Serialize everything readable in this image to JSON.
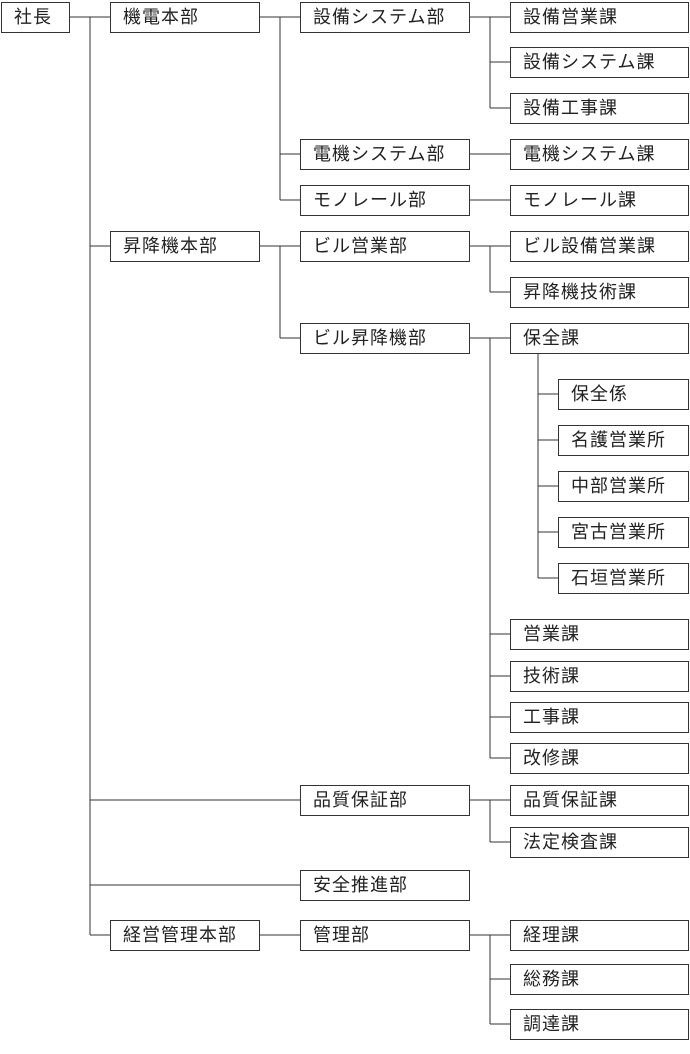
{
  "org": {
    "president": "社長",
    "hq_kiden": "機電本部",
    "dept_setsubi_system": "設備システム部",
    "sec_setsubi_eigyo": "設備営業課",
    "sec_setsubi_system": "設備システム課",
    "sec_setsubi_koji": "設備工事課",
    "dept_denki_system": "電機システム部",
    "sec_denki_system": "電機システム課",
    "dept_monorail": "モノレール部",
    "sec_monorail": "モノレール課",
    "hq_shokoki": "昇降機本部",
    "dept_biru_eigyo": "ビル営業部",
    "sec_biru_setsubi_eigyo": "ビル設備営業課",
    "sec_shokoki_gijutsu": "昇降機技術課",
    "dept_biru_shokoki": "ビル昇降機部",
    "sec_hozen": "保全課",
    "unit_hozen": "保全係",
    "unit_nago": "名護営業所",
    "unit_chubu": "中部営業所",
    "unit_miyako": "宮古営業所",
    "unit_ishigaki": "石垣営業所",
    "sec_eigyo": "営業課",
    "sec_gijutsu": "技術課",
    "sec_koji": "工事課",
    "sec_kaishu": "改修課",
    "dept_hinshitsu": "品質保証部",
    "sec_hinshitsu": "品質保証課",
    "sec_hotei": "法定検査課",
    "dept_anzen": "安全推進部",
    "hq_keiei": "経営管理本部",
    "dept_kanri": "管理部",
    "sec_keiri": "経理課",
    "sec_somu": "総務課",
    "sec_chotatsu": "調達課"
  },
  "colors": {
    "line": "#333333",
    "text": "#222222",
    "background": "#ffffff"
  }
}
